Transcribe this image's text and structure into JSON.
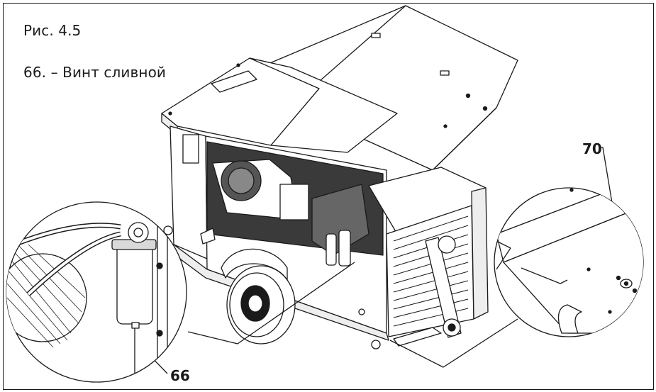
{
  "figure": {
    "label": "Рис. 4.5",
    "legend": "66. – Винт сливной"
  },
  "callouts": {
    "drain_screw": "66",
    "part_70": "70"
  },
  "colors": {
    "line": "#1a1a1a",
    "fill_light": "#ffffff",
    "fill_shade": "#d9d9d9",
    "fill_dark": "#3a3a3a"
  }
}
